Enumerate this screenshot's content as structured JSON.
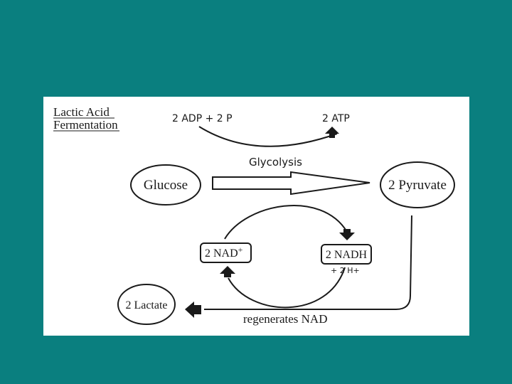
{
  "title": {
    "line1": "Lactic Acid",
    "line2": "Fermentation"
  },
  "nodes": {
    "glucose": "Glucose",
    "pyruvate": "2 Pyruvate",
    "lactate": "2 Lactate",
    "nad": "2 NAD",
    "nad_superscript": "+",
    "nadh": "2 NADH"
  },
  "labels": {
    "adp_p": "2 ADP + 2 P",
    "atp": "2 ATP",
    "glycolysis": "Glycolysis",
    "h_plus": "+ 2 H+",
    "regenerates": "regenerates NAD"
  },
  "colors": {
    "background": "#0a7f7f",
    "panel": "#ffffff",
    "ink": "#1a1a1a"
  }
}
